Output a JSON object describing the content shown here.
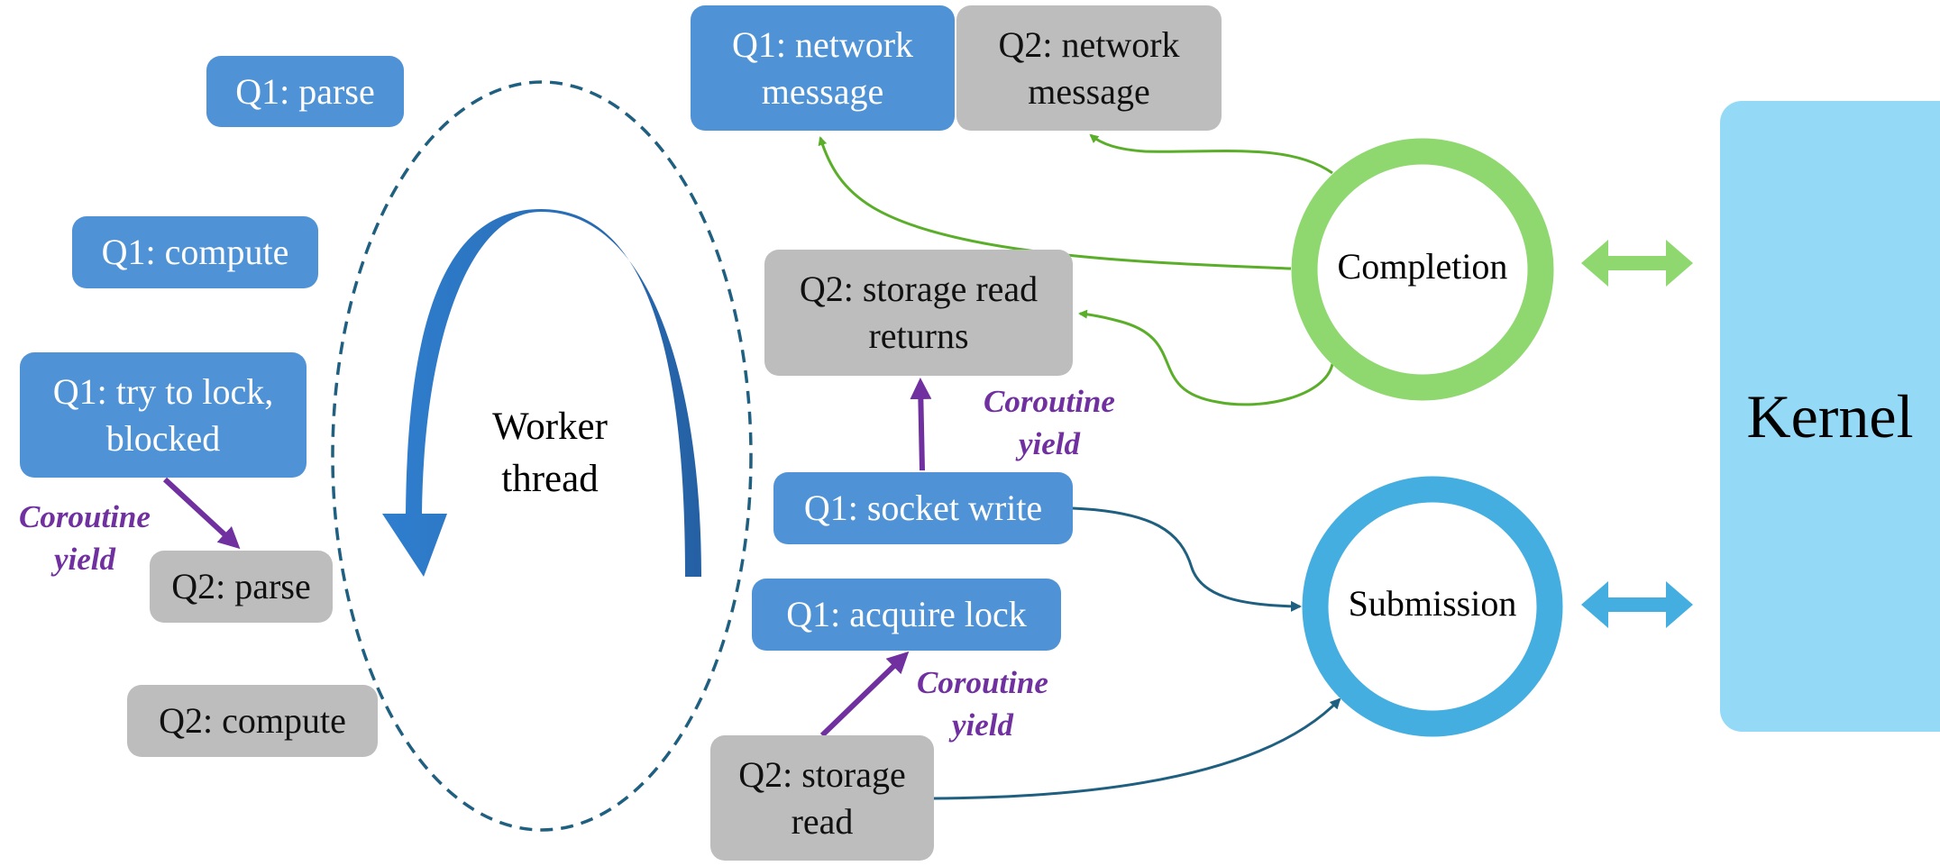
{
  "boxes": {
    "q1_parse": "Q1: parse",
    "q1_compute": "Q1: compute",
    "q1_try_lock_line1": "Q1: try to lock,",
    "q1_try_lock_line2": "blocked",
    "q2_parse": "Q2: parse",
    "q2_compute": "Q2: compute",
    "q1_net_line1": "Q1: network",
    "q1_net_line2": "message",
    "q2_net_line1": "Q2: network",
    "q2_net_line2": "message",
    "q2_storage_returns_line1": "Q2: storage read",
    "q2_storage_returns_line2": "returns",
    "q1_socket_write": "Q1: socket write",
    "q1_acquire_lock": "Q1: acquire lock",
    "q2_storage_read_line1": "Q2: storage",
    "q2_storage_read_line2": "read"
  },
  "yield_labels": {
    "line1": "Coroutine",
    "line2": "yield"
  },
  "worker": {
    "line1": "Worker",
    "line2": "thread"
  },
  "rings": {
    "completion": "Completion",
    "submission": "Submission"
  },
  "kernel": "Kernel",
  "colors": {
    "q1_box": "#4f93d6",
    "q2_box": "#bdbdbd",
    "completion_ring": "#8fd870",
    "submission_ring": "#45aee0",
    "kernel": "#94daf6",
    "yield_text": "#7030a0",
    "worker_arrow": "#2f7fcf",
    "green_arrow": "#5aae2a",
    "dark_teal_arrow": "#1f5f80"
  }
}
